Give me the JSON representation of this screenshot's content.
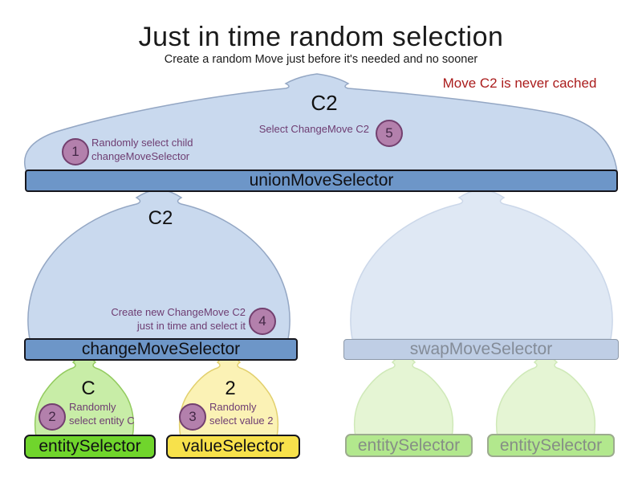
{
  "title": "Just in time random selection",
  "subtitle": "Create a random Move just before it's needed and no sooner",
  "annotation_note": "Move C2 is never cached",
  "selectors": {
    "union": {
      "label": "unionMoveSelector",
      "output": "C2"
    },
    "change": {
      "label": "changeMoveSelector",
      "output": "C2"
    },
    "swap": {
      "label": "swapMoveSelector"
    },
    "entity": {
      "label": "entitySelector",
      "output": "C"
    },
    "value": {
      "label": "valueSelector",
      "output": "2"
    },
    "entity_faded_left": {
      "label": "entitySelector"
    },
    "entity_faded_right": {
      "label": "entitySelector"
    }
  },
  "steps": [
    {
      "num": "1",
      "line1": "Randomly select child",
      "line2": "changeMoveSelector"
    },
    {
      "num": "2",
      "line1": "Randomly",
      "line2": "select entity C"
    },
    {
      "num": "3",
      "line1": "Randomly",
      "line2": "select value 2"
    },
    {
      "num": "4",
      "line1": "Create new ChangeMove C2",
      "line2": "just in time and select it"
    },
    {
      "num": "5",
      "line1": "Select ChangeMove C2"
    }
  ],
  "colors": {
    "funnel_blue": "#c9d9ee",
    "funnel_blue_faded": "#dfe8f4",
    "funnel_green": "#c8eda7",
    "funnel_yellow": "#fbf2b5",
    "funnel_green_faded": "#e5f5d4",
    "bar_blue": "#6d96c8",
    "bar_green": "#70d52c",
    "bar_yellow": "#f7e14b",
    "step_circle": "#b380ac",
    "note_red": "#aa1c1c",
    "annotation_purple": "#6e3d72"
  }
}
